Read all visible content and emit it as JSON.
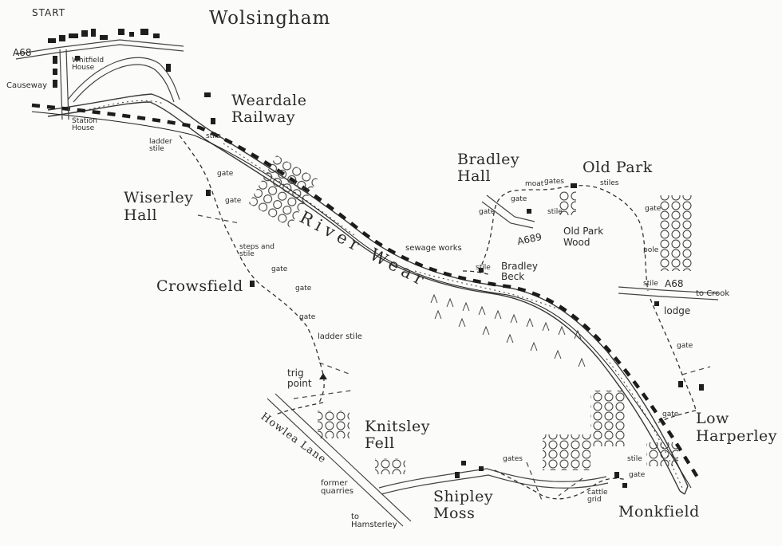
{
  "map": {
    "title": "Wolsingham",
    "start": "START",
    "places": {
      "weardale_railway": [
        "Weardale",
        "Railway"
      ],
      "wiserley_hall": [
        "Wiserley",
        "Hall"
      ],
      "crowsfield": "Crowsfield",
      "bradley_hall": [
        "Bradley",
        "Hall"
      ],
      "old_park": "Old Park",
      "old_park_wood": [
        "Old Park",
        "Wood"
      ],
      "knitsley_fell": [
        "Knitsley",
        "Fell"
      ],
      "shipley_moss": [
        "Shipley",
        "Moss"
      ],
      "low_harperley": [
        "Low",
        "Harperley"
      ],
      "monkfield": "Monkfield",
      "river_wear": "River Wear",
      "howlea_lane": "Howlea Lane"
    },
    "small_labels": {
      "a68_nw": "A68",
      "a689": "A689",
      "a68_e": "A68",
      "to_crook": "to Crook",
      "causeway": "Causeway",
      "whitfield_house": [
        "Whitfield",
        "House"
      ],
      "station_house": [
        "Station",
        "House"
      ],
      "ladder_stile_1": [
        "ladder",
        "stile"
      ],
      "stile_rail": "stile",
      "gate_w1": "gate",
      "gate_w2": "gate",
      "steps_and_stile": [
        "steps and",
        "stile"
      ],
      "gate_w3": "gate",
      "gate_w4": "gate",
      "gate_w5": "gate",
      "ladder_stile_2": "ladder stile",
      "trig_point": [
        "trig",
        "point"
      ],
      "sewage_works": "sewage works",
      "stile_sw": "stile",
      "bradley_beck": [
        "Bradley",
        "Beck"
      ],
      "gate_bh1": "gate",
      "gate_bh2": "gate",
      "moat": "moat",
      "gates_bh": "gates",
      "stiles_bh": "stiles",
      "stile_bh": "stile",
      "gate_op": "gate",
      "pole": "pole",
      "stile_a68": "stile",
      "lodge": "lodge",
      "gate_lodge": "gate",
      "gate_lh": "gate",
      "stile_mk": "stile",
      "gate_mk": "gate",
      "cattle_grid": [
        "cattle",
        "grid"
      ],
      "gates_sm": "gates",
      "former_quarries": [
        "former",
        "quarries"
      ],
      "to_hamsterley": [
        "to",
        "Hamsterley"
      ]
    }
  }
}
